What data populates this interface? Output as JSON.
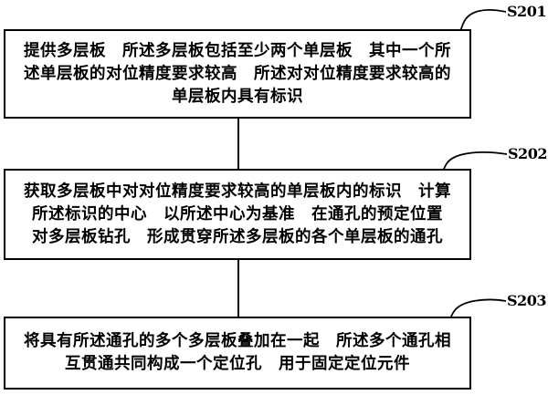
{
  "steps": [
    {
      "label": "S201",
      "lines": [
        "提供多层板　所述多层板包括至少两个单层板　其中一个所",
        "述单层板的对位精度要求较高　所述对对位精度要求较高的",
        "单层板内具有标识"
      ]
    },
    {
      "label": "S202",
      "lines": [
        "获取多层板中对对位精度要求较高的单层板内的标识　计算",
        "所述标识的中心　以所述中心为基准　在通孔的预定位置",
        "对多层板钻孔　形成贯穿所述多层板的各个单层板的通孔"
      ]
    },
    {
      "label": "S203",
      "lines": [
        "将具有所述通孔的多个多层板叠加在一起　所述多个通孔相",
        "互贯通共同构成一个定位孔　用于固定定位元件"
      ]
    }
  ]
}
